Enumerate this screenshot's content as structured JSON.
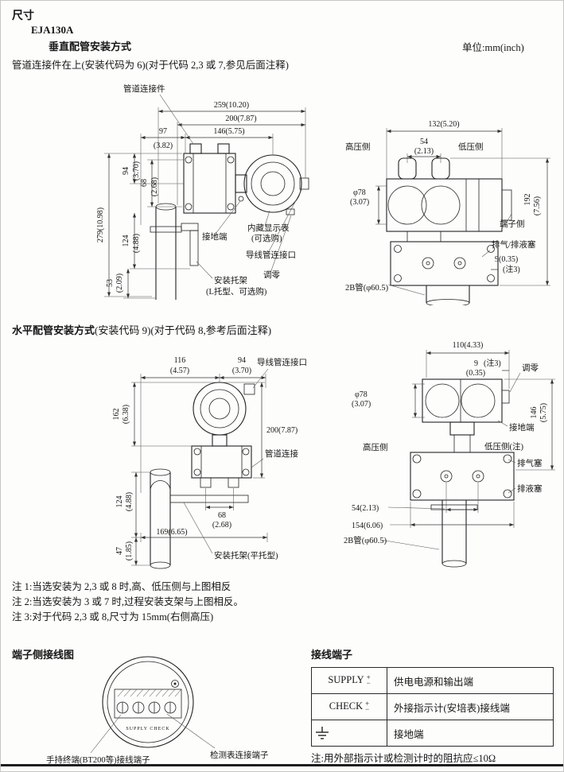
{
  "header": {
    "title": "尺寸",
    "model": "EJA130A",
    "section1": "垂直配管安装方式",
    "unit": "单位:mm(inch)",
    "desc1": "管道连接件在上(安装代码为 6)(对于代码 2,3 或 7,参见后面注释)"
  },
  "section2": {
    "bold": "水平配管安装方式",
    "rest": "(安装代码 9)(对于代码 8,参考后面注释)"
  },
  "d1": {
    "pipe_connector": "管道连接件",
    "dim259": "259(10.20)",
    "dim200": "200(7.87)",
    "dim97": "97",
    "dim97i": "(3.82)",
    "dim146": "146(5.75)",
    "dim94": "94",
    "dim94i": "(3.70)",
    "dim68": "68",
    "dim68i": "(2.68)",
    "dim279": "279(10.98)",
    "dim124": "124",
    "dim124i": "(4.88)",
    "dim53": "53",
    "dim53i": "(2.09)",
    "ground": "接地端",
    "display1": "内藏显示表",
    "display2": "(可选购)",
    "conduit": "导线管连接口",
    "zero": "调零",
    "bracket1": "安装托架",
    "bracket2": "(L托型、可选购)"
  },
  "d2": {
    "dim132": "132(5.20)",
    "dim54": "54",
    "dim54i": "(2.13)",
    "hp": "高压侧",
    "lp": "低压侧",
    "dia": "φ78",
    "diai": "(3.07)",
    "dim192": "192",
    "dim192i": "(7.56)",
    "terminal": "端子侧",
    "vent": "排气/排液塞",
    "dim9": "9(0.35)",
    "note3": "(注3)",
    "pipe": "2B管(φ60.5)"
  },
  "d3": {
    "dim116": "116",
    "dim116i": "(4.57)",
    "dim94": "94",
    "dim94i": "(3.70)",
    "conduit": "导线管连接口",
    "dim162": "162",
    "dim162i": "(6.38)",
    "dim200": "200(7.87)",
    "pipe_conn": "管道连接",
    "dim68": "68",
    "dim68i": "(2.68)",
    "dim124": "124",
    "dim124i": "(4.88)",
    "dim169": "169(6.65)",
    "dim47": "47",
    "dim47i": "(1.85)",
    "bracket": "安装托架(平托型)"
  },
  "d4": {
    "dim110": "110(4.33)",
    "dim9": "9",
    "note3": "(注3)",
    "dim9i": "(0.35)",
    "zero": "调零",
    "dia": "φ78",
    "diai": "(3.07)",
    "ground": "接地端",
    "dim146": "146",
    "dim146i": "(5.75)",
    "hp": "高压侧",
    "lp": "低压侧(注)",
    "vent": "排气塞",
    "drain": "排液塞",
    "dim54": "54(2.13)",
    "dim154": "154(6.06)",
    "pipe": "2B管(φ60.5)"
  },
  "notes": {
    "n1": "注 1:当选安装为 2,3 或 8 时,高、低压侧与上图相反",
    "n2": "注 2:当选安装为 3 或 7 时,过程安装支架与上图相反。",
    "n3": "注 3:对于代码 2,3 或 8,尺寸为 15mm(右侧高压)"
  },
  "wiring": {
    "diagram_title": "端子侧接线图",
    "supply_check": "SUPPLY CHECK",
    "bt200": "手持终端(BT200等)接线端子",
    "meter": "检测表连接端子",
    "table_title": "接线端子",
    "rows": [
      {
        "name": "SUPPLY",
        "plus": "+",
        "minus": "−",
        "desc": "供电电源和输出端"
      },
      {
        "name": "CHECK",
        "plus": "+",
        "minus": "−",
        "desc": "外接指示计(安培表)接线端"
      },
      {
        "name": "",
        "desc": "接地端"
      }
    ],
    "note": "注:用外部指示计或检测计时的阻抗应≤10Ω"
  }
}
